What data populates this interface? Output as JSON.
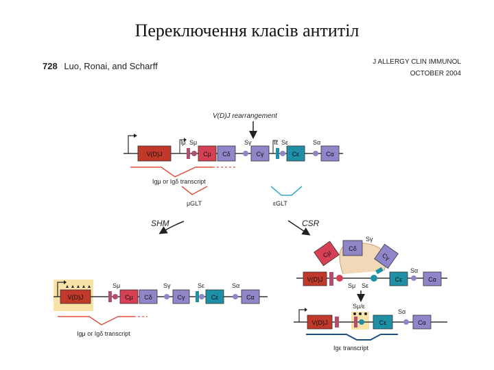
{
  "title": "Переключення класів антитіл",
  "header": {
    "page_number": "728",
    "authors": "Luo, Ronai, and Scharff",
    "journal": "J ALLERGY CLIN IMMUNOL",
    "issue": "OCTOBER 2004"
  },
  "labels": {
    "vdj_rearrangement": "V(D)J rearrangement",
    "vdj": "V(D)J",
    "i_mu": "Iμ",
    "s_mu": "Sμ",
    "c_mu": "Cμ",
    "c_delta": "Cδ",
    "s_gamma": "Sγ",
    "c_gamma": "Cγ",
    "i_epsilon": "Iε",
    "s_epsilon": "Sε",
    "c_epsilon": "Cε",
    "s_alpha": "Sα",
    "c_alpha": "Cα",
    "s_mu_epsilon": "Sμ/ε",
    "ig_mu_delta_transcript": "Igμ or Igδ transcript",
    "mu_glt": "μGLT",
    "epsilon_glt": "εGLT",
    "shm": "SHM",
    "csr": "CSR",
    "ig_epsilon_transcript": "Igε transcript"
  },
  "colors": {
    "vdj": "#c0392b",
    "c_mu": "#d64055",
    "c_delta": "#8e86c8",
    "c_gamma": "#8e86c8",
    "c_epsilon": "#1f8fa6",
    "c_alpha": "#8e86c8",
    "switch_region": "#b05070",
    "mu_transcript": "#e0503a",
    "epsilon_transcript": "#1a4f86",
    "glt_epsilon": "#3aa9c9",
    "highlight": "#f8e2a8"
  }
}
